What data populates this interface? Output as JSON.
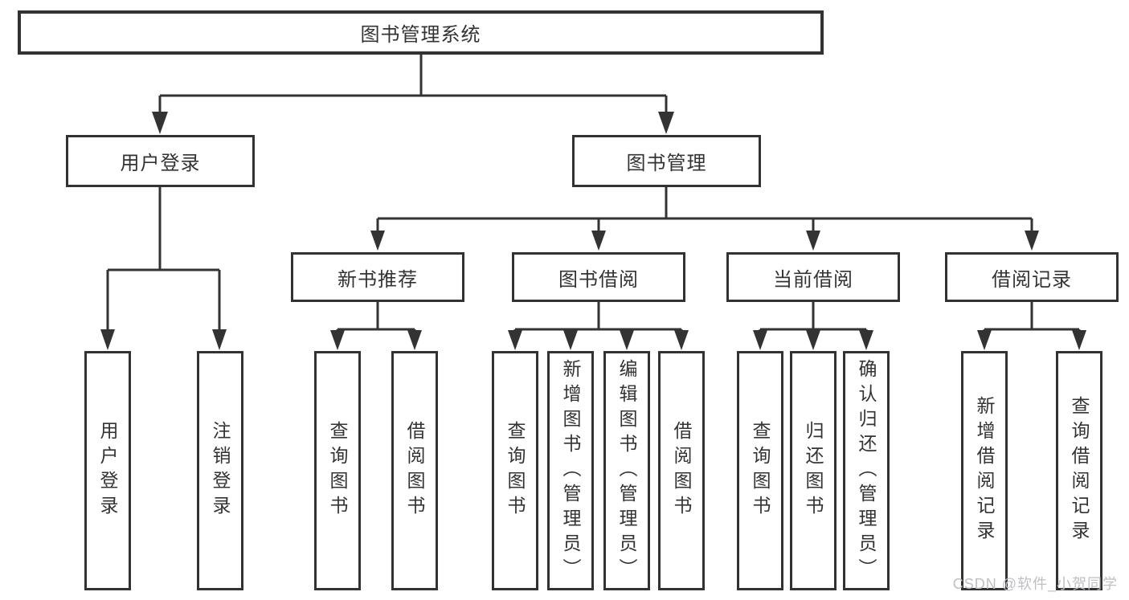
{
  "diagram": {
    "title": "图书管理系统",
    "user_login": {
      "label": "用户登录",
      "children": {
        "login": "用户登录",
        "logout": "注销登录"
      }
    },
    "book_mgmt": {
      "label": "图书管理",
      "new_book": {
        "label": "新书推荐",
        "children": {
          "query": "查询图书",
          "borrow": "借阅图书"
        }
      },
      "borrow": {
        "label": "图书借阅",
        "children": {
          "query": "查询图书",
          "add": "新增图书（管理员）",
          "edit": "编辑图书（管理员）",
          "borrow": "借阅图书"
        }
      },
      "current": {
        "label": "当前借阅",
        "children": {
          "query": "查询图书",
          "return": "归还图书",
          "confirm": "确认归还（管理员）"
        }
      },
      "record": {
        "label": "借阅记录",
        "children": {
          "add": "新增借阅记录",
          "query": "查询借阅记录"
        }
      }
    },
    "watermark": "CSDN @软件_小贺同学",
    "colors": {
      "line": "#333333",
      "text": "#333333",
      "box_background": "#ffffff",
      "watermark": "#bfbfc4",
      "background": "#ffffff"
    }
  }
}
